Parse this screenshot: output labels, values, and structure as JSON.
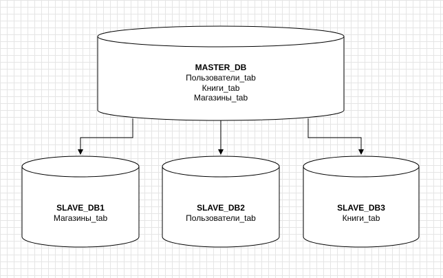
{
  "master": {
    "name": "MASTER_DB",
    "tables": [
      "Пользователи_tab",
      "Книги_tab",
      "Магазины_tab"
    ]
  },
  "slaves": [
    {
      "name": "SLAVE_DB1",
      "tables": [
        "Магазины_tab"
      ]
    },
    {
      "name": "SLAVE_DB2",
      "tables": [
        "Пользователи_tab"
      ]
    },
    {
      "name": "SLAVE_DB3",
      "tables": [
        "Книги_tab"
      ]
    }
  ]
}
